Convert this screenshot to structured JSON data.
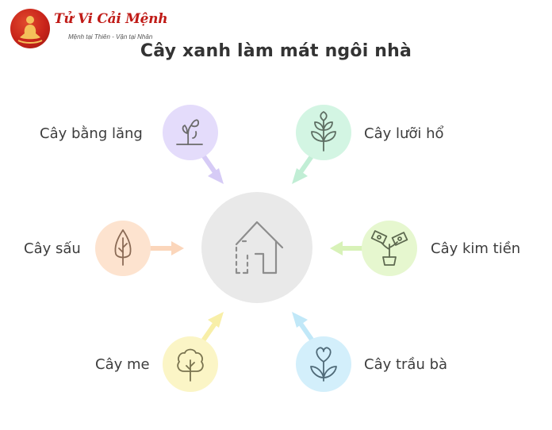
{
  "brand": {
    "name": "Tử Vi Cải Mệnh",
    "slogan": "Mệnh tại Thiên - Vận tại Nhân",
    "color": "#c8231a"
  },
  "title": "Cây xanh làm mát ngôi nhà",
  "center": {
    "icon": "house-icon",
    "color": "#e9e9e9"
  },
  "items": [
    {
      "id": "bang-lang",
      "label": "Cây bằng lăng",
      "icon": "wilting-flower-icon",
      "color": "#e4dcfb",
      "arrow_color": "#d6cbf6"
    },
    {
      "id": "luoi-ho",
      "label": "Cây lưỡi hổ",
      "icon": "leafy-plant-icon",
      "color": "#d3f5e3",
      "arrow_color": "#c1eed5"
    },
    {
      "id": "sau",
      "label": "Cây sấu",
      "icon": "pine-tree-icon",
      "color": "#fde3cf",
      "arrow_color": "#fbd6bb"
    },
    {
      "id": "kim-tien",
      "label": "Cây kim tiền",
      "icon": "money-plant-icon",
      "color": "#e6f7cf",
      "arrow_color": "#d8f2b8"
    },
    {
      "id": "me",
      "label": "Cây me",
      "icon": "round-tree-icon",
      "color": "#fbf5c6",
      "arrow_color": "#f8efa8"
    },
    {
      "id": "trau-ba",
      "label": "Cây trầu bà",
      "icon": "heart-plant-icon",
      "color": "#d3effb",
      "arrow_color": "#c1e8f8"
    }
  ]
}
